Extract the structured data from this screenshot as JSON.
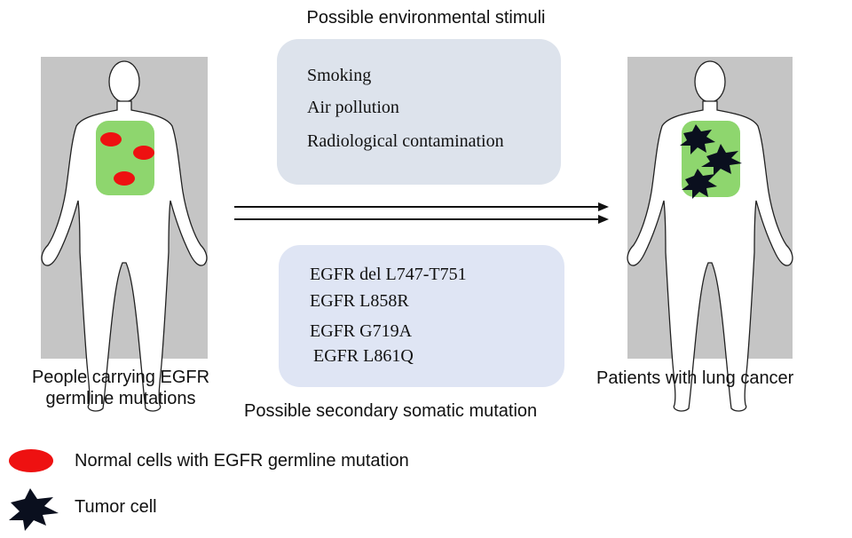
{
  "environment": {
    "title": "Possible environmental stimuli",
    "items": [
      "Smoking",
      "Air pollution",
      "Radiological contamination"
    ]
  },
  "mutation": {
    "title": "Possible secondary somatic mutation",
    "items": [
      "EGFR del L747-T751",
      "EGFR L858R",
      "EGFR G719A",
      "EGFR L861Q"
    ]
  },
  "left_figure": {
    "label_line1": "People carrying EGFR",
    "label_line2": "germline mutations"
  },
  "right_figure": {
    "label": "Patients with lung cancer"
  },
  "legend": {
    "normal_cells": "Normal cells with EGFR germline mutation",
    "tumor_cell": "Tumor cell"
  },
  "colors": {
    "panel": "#c5c5c5",
    "lung": "#8ed66e",
    "normal_cell": "#ee1111",
    "tumor": "#0a0f1e",
    "env_box": "#dde3ec",
    "mut_box": "#dfe5f4"
  }
}
